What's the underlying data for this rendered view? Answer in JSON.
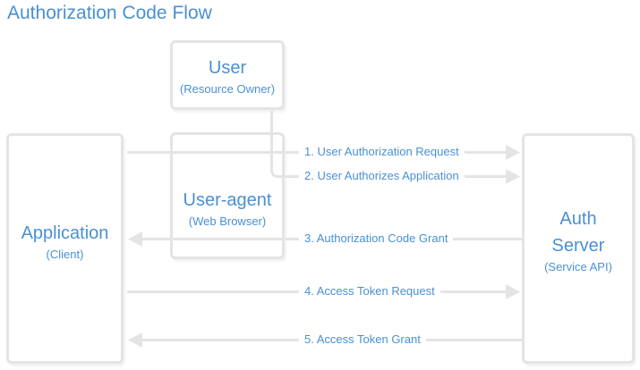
{
  "title": "Authorization Code Flow",
  "colors": {
    "accent_blue": "#4a90d2",
    "line_gray": "#e4e4e4",
    "background": "#ffffff"
  },
  "nodes": {
    "user": {
      "label": "User",
      "sublabel": "(Resource Owner)"
    },
    "user_agent": {
      "label": "User-agent",
      "sublabel": "(Web Browser)"
    },
    "application": {
      "label": "Application",
      "sublabel": "(Client)"
    },
    "auth_server": {
      "label": "Auth Server",
      "sublabel": "(Service API)"
    }
  },
  "flows": [
    {
      "step": "1",
      "label": "1. User Authorization Request",
      "from": "Application",
      "to": "Auth Server",
      "direction": "right"
    },
    {
      "step": "2",
      "label": "2. User Authorizes Application",
      "from": "User",
      "to": "Auth Server",
      "direction": "right"
    },
    {
      "step": "3",
      "label": "3. Authorization Code Grant",
      "from": "Auth Server",
      "to": "Application",
      "direction": "left"
    },
    {
      "step": "4",
      "label": "4. Access Token Request",
      "from": "Application",
      "to": "Auth Server",
      "direction": "right"
    },
    {
      "step": "5",
      "label": "5. Access Token Grant",
      "from": "Auth Server",
      "to": "Application",
      "direction": "left"
    }
  ]
}
